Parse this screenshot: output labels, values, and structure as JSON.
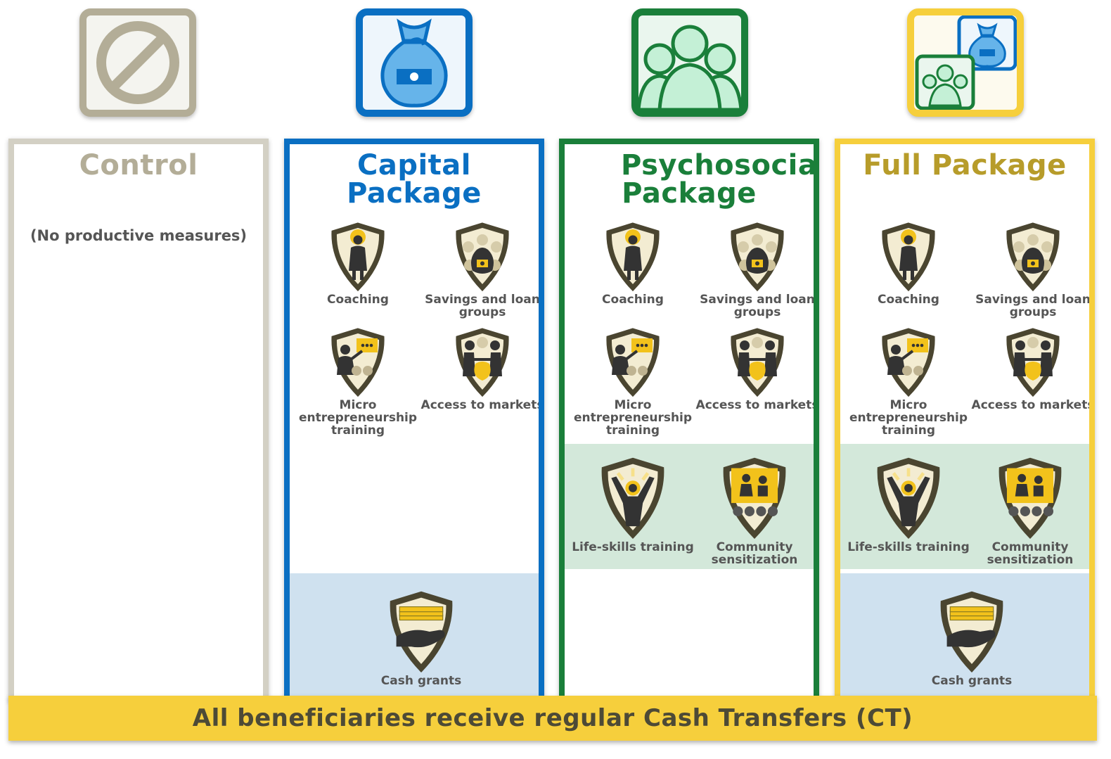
{
  "colors": {
    "control": "#b3ad97",
    "capital": "#0a6fc2",
    "psychosocial": "#1a7f3a",
    "full": "#b79c2a",
    "banner": "#f6cf3c"
  },
  "columns": {
    "control": {
      "title": "Control",
      "subtitle": "(No productive measures)"
    },
    "capital": {
      "title": "Capital Package",
      "measures": {
        "coaching": "Coaching",
        "savings": "Savings and loan groups",
        "micro": "Micro entrepreneurship training",
        "markets": "Access to markets",
        "cash": "Cash grants"
      }
    },
    "psychosocial": {
      "title": "Psychosocial Package",
      "measures": {
        "coaching": "Coaching",
        "savings": "Savings and loan groups",
        "micro": "Micro entrepreneurship training",
        "markets": "Access to markets",
        "lifeskills": "Life-skills training",
        "community": "Community sensitization"
      }
    },
    "full": {
      "title": "Full Package",
      "measures": {
        "coaching": "Coaching",
        "savings": "Savings and loan groups",
        "micro": "Micro entrepreneurship training",
        "markets": "Access to markets",
        "lifeskills": "Life-skills training",
        "community": "Community sensitization",
        "cash": "Cash grants"
      }
    }
  },
  "banner": {
    "text": "All beneficiaries receive regular Cash Transfers (CT)"
  },
  "icons": {
    "control": "no-entry-icon",
    "capital": "money-bag-icon",
    "psychosocial": "group-people-icon",
    "full": "combined-package-icon"
  }
}
